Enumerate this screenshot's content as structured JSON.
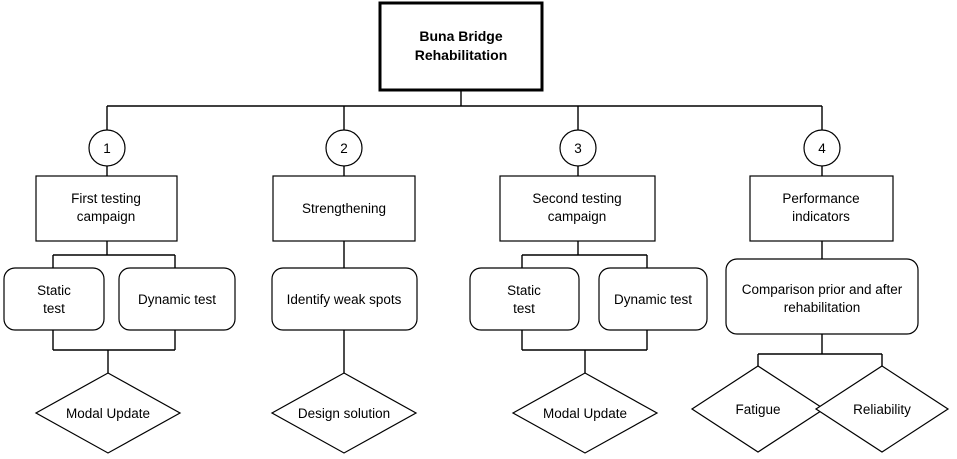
{
  "root": {
    "line1": "Buna Bridge",
    "line2": "Rehabilitation"
  },
  "branches": [
    {
      "number": "1",
      "title": {
        "line1": "First testing",
        "line2": "campaign"
      },
      "left_box": {
        "line1": "Static",
        "line2": "test"
      },
      "right_box": {
        "line1": "Dynamic test"
      },
      "diamond": "Modal Update"
    },
    {
      "number": "2",
      "title": {
        "line1": "Strengthening"
      },
      "box": {
        "line1": "Identify weak spots"
      },
      "diamond": "Design solution"
    },
    {
      "number": "3",
      "title": {
        "line1": "Second testing",
        "line2": "campaign"
      },
      "left_box": {
        "line1": "Static",
        "line2": "test"
      },
      "right_box": {
        "line1": "Dynamic test"
      },
      "diamond": "Modal Update"
    },
    {
      "number": "4",
      "title": {
        "line1": "Performance",
        "line2": "indicators"
      },
      "box": {
        "line1": "Comparison prior and after",
        "line2": "rehabilitation"
      },
      "diamonds": [
        "Fatigue",
        "Reliability"
      ]
    }
  ]
}
